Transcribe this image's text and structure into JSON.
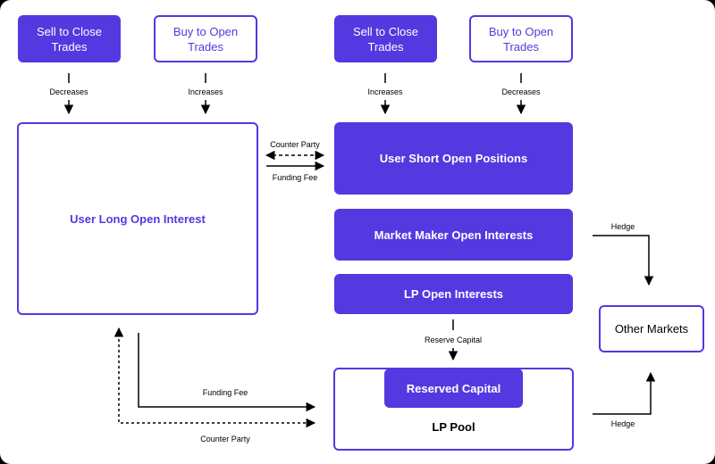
{
  "top_boxes": [
    {
      "line1": "Sell to Close",
      "line2": "Trades"
    },
    {
      "line1": "Buy to Open",
      "line2": "Trades"
    },
    {
      "line1": "Sell to Close",
      "line2": "Trades"
    },
    {
      "line1": "Buy to Open",
      "line2": "Trades"
    }
  ],
  "top_labels": [
    "Decreases",
    "Increases",
    "Increases",
    "Decreases"
  ],
  "user_long": "User Long Open Interest",
  "user_short": "User Short Open Positions",
  "market_maker": "Market Maker Open Interests",
  "lp_open": "LP Open Interests",
  "reserved_capital": "Reserved Capital",
  "lp_pool": "LP Pool",
  "other_markets": "Other Markets",
  "counter_party_top": "Counter Party",
  "funding_fee_top": "Funding Fee",
  "reserve_capital_label": "Reserve Capital",
  "hedge_top": "Hedge",
  "hedge_bottom": "Hedge",
  "funding_fee_bottom": "Funding Fee",
  "counter_party_bottom": "Counter Party",
  "colors": {
    "accent": "#5438e0"
  }
}
